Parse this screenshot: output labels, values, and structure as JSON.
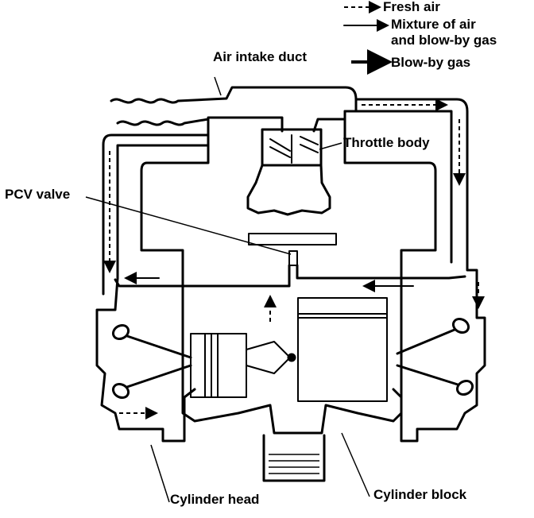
{
  "legend": {
    "fresh_air": "Fresh air",
    "mixture_line1": "Mixture of air",
    "mixture_line2": "and blow-by gas",
    "blowby": "Blow-by gas"
  },
  "labels": {
    "air_intake_duct": "Air intake duct",
    "throttle_body": "Throttle body",
    "pcv_valve": "PCV valve",
    "cylinder_head": "Cylinder head",
    "cylinder_block": "Cylinder block"
  }
}
